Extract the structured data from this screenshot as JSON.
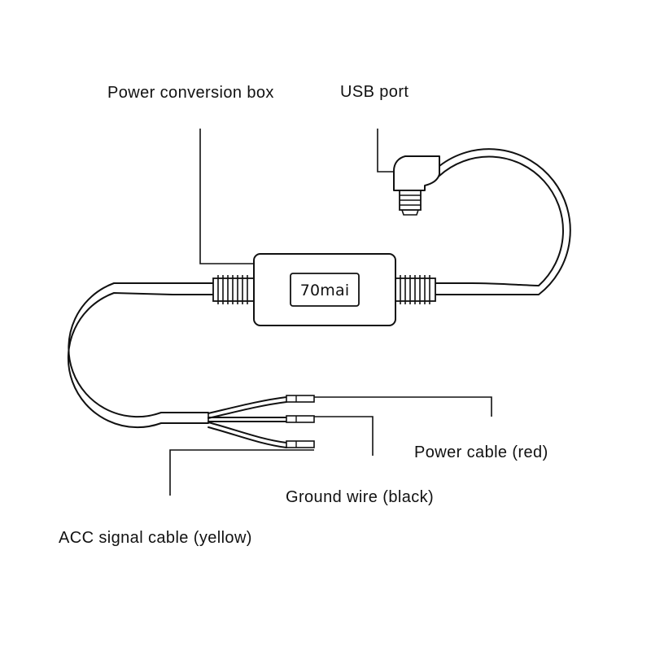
{
  "colors": {
    "background": "#ffffff",
    "ink": "#111111"
  },
  "device": {
    "brand": "70mai"
  },
  "labels": {
    "power_conversion_box": "Power conversion box",
    "usb_port": "USB port",
    "power_cable": "Power cable (red)",
    "ground_wire": "Ground wire (black)",
    "acc_signal_cable": "ACC signal cable (yellow)"
  }
}
